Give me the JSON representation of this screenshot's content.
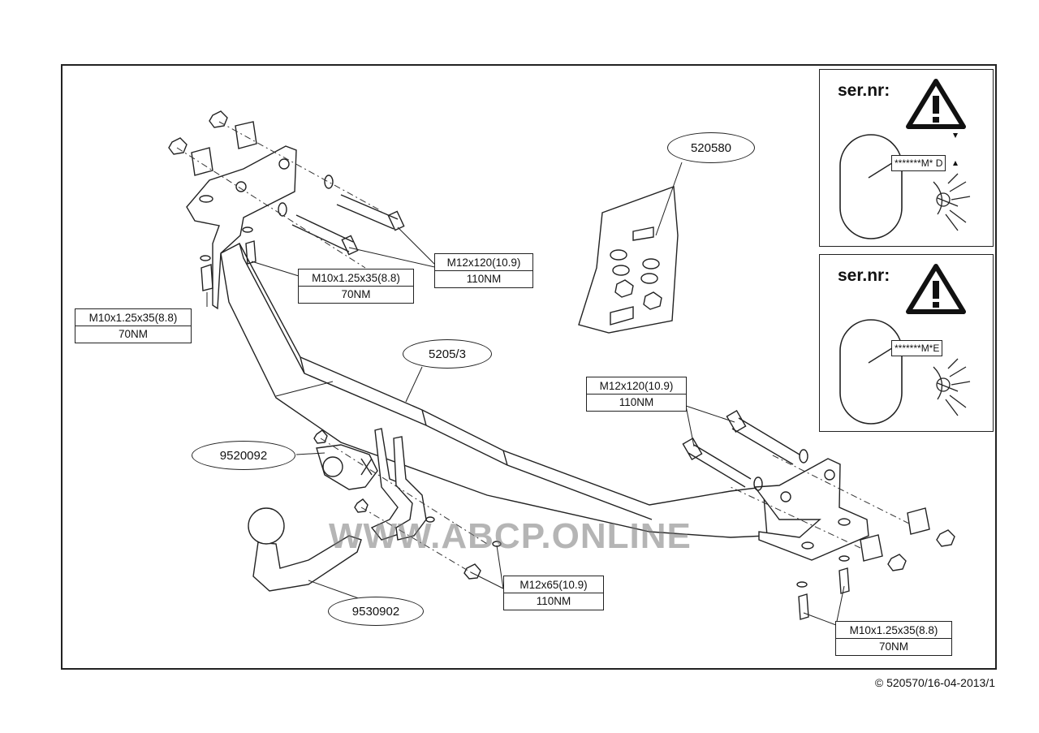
{
  "parts": {
    "bracket_kit": "520580",
    "tow_bar": "5205/3",
    "ball_plate": "9520092",
    "ball": "9530902"
  },
  "specs": [
    {
      "id": "spec-left-upper",
      "bolt": "M10x1.25x35(8.8)",
      "torque": "70NM"
    },
    {
      "id": "spec-left-lower",
      "bolt": "M10x1.25x35(8.8)",
      "torque": "70NM"
    },
    {
      "id": "spec-top",
      "bolt": "M12x120(10.9)",
      "torque": "110NM"
    },
    {
      "id": "spec-right-top",
      "bolt": "M12x120(10.9)",
      "torque": "110NM"
    },
    {
      "id": "spec-ball",
      "bolt": "M12x65(10.9)",
      "torque": "110NM"
    },
    {
      "id": "spec-right-lower",
      "bolt": "M10x1.25x35(8.8)",
      "torque": "70NM"
    }
  ],
  "serial_panels": [
    {
      "title": "ser.nr:",
      "label": "*******M* D"
    },
    {
      "title": "ser.nr:",
      "label": "*******M*E"
    }
  ],
  "watermark": "WWW.ABCP.ONLINE",
  "footer": "© 520570/16-04-2013/1"
}
